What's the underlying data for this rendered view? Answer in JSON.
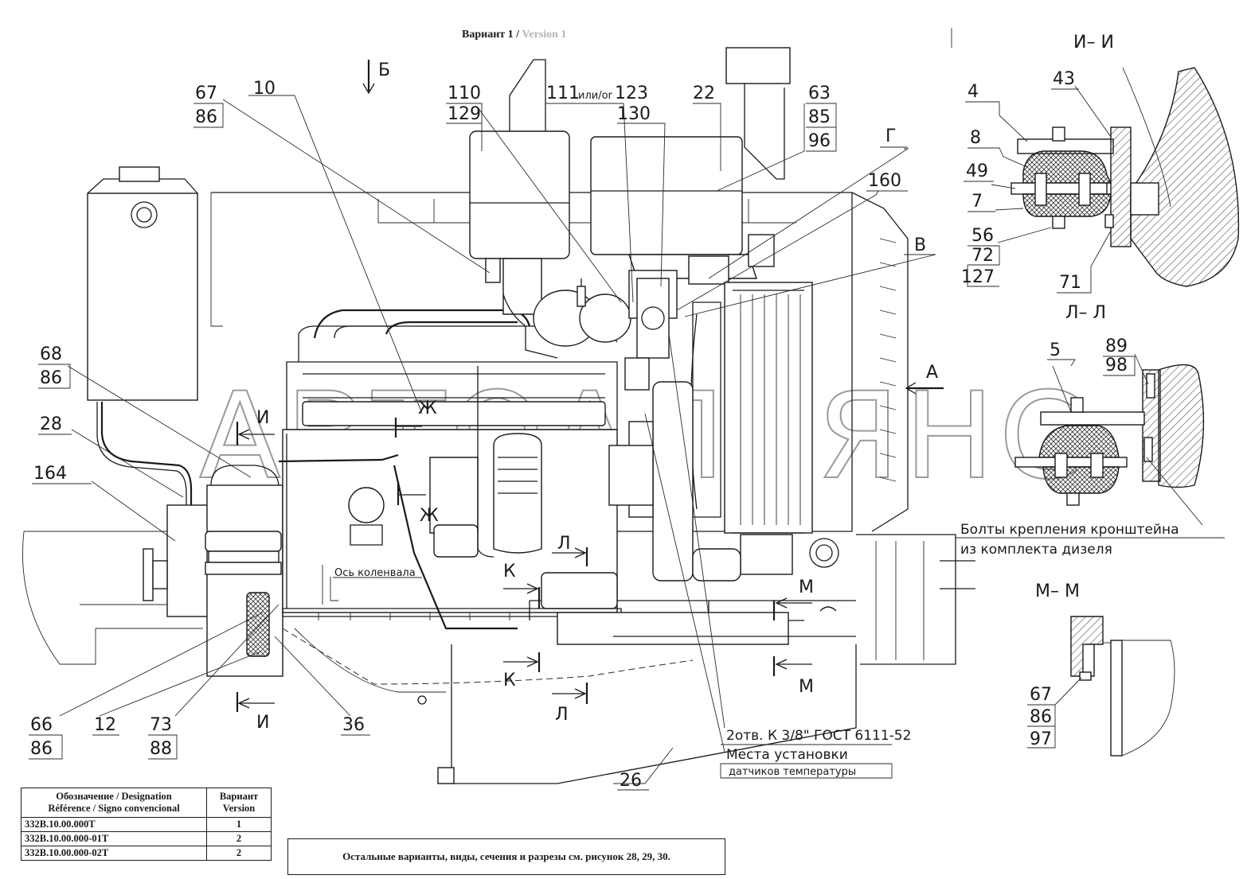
{
  "header": {
    "variant_label": "Вариант 1 /",
    "version_label": "Version 1"
  },
  "watermark": "АВТОАЛЬЯНС",
  "callouts": {
    "c67a": "67",
    "c86a": "86",
    "c10": "10",
    "c110": "110",
    "c129": "129",
    "c111": "111",
    "c_ili": "или/or",
    "c123": "123",
    "c130": "130",
    "c22": "22",
    "c63": "63",
    "c85": "85",
    "c96": "96",
    "c160": "160",
    "c68": "68",
    "c86b": "86",
    "c28": "28",
    "c164": "164",
    "c66": "66",
    "c86c": "86",
    "c12": "12",
    "c73": "73",
    "c88": "88",
    "c36": "36",
    "c26": "26",
    "c4": "4",
    "c43": "43",
    "c8": "8",
    "c49": "49",
    "c7": "7",
    "c56": "56",
    "c72": "72",
    "c127": "127",
    "c71": "71",
    "c5": "5",
    "c89": "89",
    "c98": "98",
    "c67b": "67",
    "c86d": "86",
    "c97": "97"
  },
  "section_marks": {
    "B": "Б",
    "G": "Г",
    "V": "В",
    "A": "А",
    "I": "И",
    "Zh": "Ж",
    "K": "К",
    "L": "Л",
    "M": "М"
  },
  "section_titles": {
    "I_I": "И– И",
    "L_L": "Л– Л",
    "M_M": "М– М"
  },
  "notes": {
    "crankshaft_axis": "Ось коленвала",
    "holes": "2отв. К 3/8\" ГОСТ 6111-52",
    "sensor_place_1": "Места установки",
    "sensor_place_2": "датчиков температуры",
    "bolts_1": "Болты крепления кронштейна",
    "bolts_2": "из комплекта дизеля",
    "bottom_note": "Остальные варианты, виды, сечения и разрезы см. рисунок 28, 29, 30."
  },
  "designation_table": {
    "header_col1_line1": "Обозначение / Designation",
    "header_col1_line2": "Référence / Signo convencional",
    "header_col2_line1": "Вариант",
    "header_col2_line2": "Version",
    "rows": [
      {
        "designation": "332В.10.00.000Т",
        "variant": "1"
      },
      {
        "designation": "332В.10.00.000-01Т",
        "variant": "2"
      },
      {
        "designation": "332В.10.00.000-02Т",
        "variant": "2"
      }
    ]
  }
}
